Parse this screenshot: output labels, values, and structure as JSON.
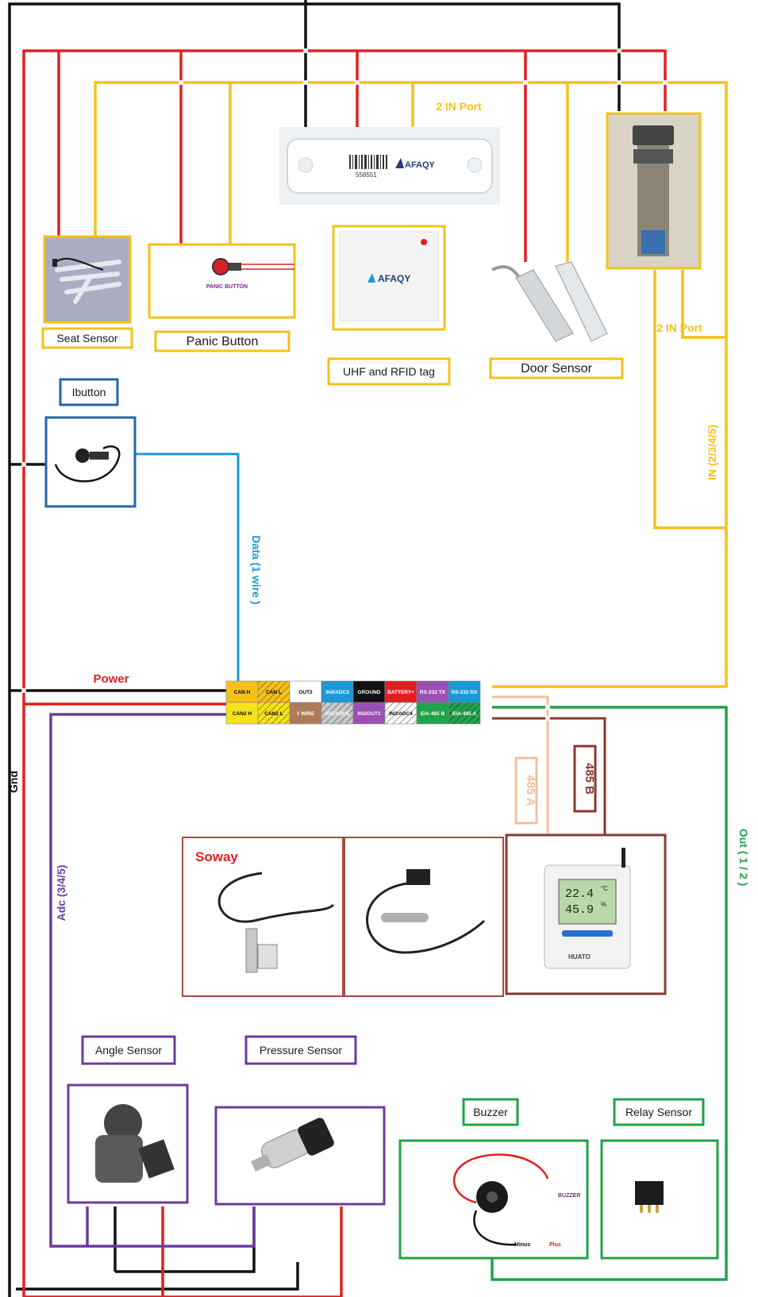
{
  "colors": {
    "black": "#111111",
    "red": "#e02020",
    "yellow": "#f5c11a",
    "blue": "#1a9ad6",
    "purple": "#6e3a9e",
    "green": "#22a24a",
    "brown": "#8a3a2e",
    "peach": "#f3c09b",
    "label_blue": "#2266aa",
    "label_yellow": "#f5c11a",
    "label_purple": "#6e3a9e",
    "label_green": "#22a24a",
    "label_brown": "#a84a3a"
  },
  "devices": {
    "main_tracker": {
      "brand": "AFAQY",
      "barcode_text": "558551"
    },
    "rfid_reader": {
      "brand": "AFAQY"
    },
    "panic_button_caption": "PANIC BUTTON",
    "soway_brand": "Soway",
    "logger_brand": "HUATO",
    "logger_display": {
      "temp": "22.4",
      "temp_unit": "°C",
      "humidity": "45.9",
      "humidity_unit": "%"
    },
    "buzzer_caption": "BUZZER",
    "buzzer_minus": "Minus",
    "buzzer_plus": "Plus"
  },
  "labels": {
    "seat_sensor": "Seat Sensor",
    "panic_button": "Panic Button",
    "uhf_rfid": "UHF and RFID tag",
    "door_sensor": "Door Sensor",
    "ibutton": "Ibutton",
    "angle_sensor": "Angle Sensor",
    "pressure_sensor": "Pressure Sensor",
    "buzzer": "Buzzer",
    "relay_sensor": "Relay Sensor"
  },
  "wires": {
    "two_in_port_top": "2 IN Port",
    "two_in_port_right": "2 IN Port",
    "in_2345": "IN (2/3/4/5)",
    "data_1wire": "Data (1 wire )",
    "power": "Power",
    "gnd": "Gnd",
    "adc_345": "Adc (3/4/5)",
    "out_12": "Out ( 1 / 2 )",
    "rs485_a": "485 A",
    "rs485_b": "485 B"
  },
  "connector": {
    "top": [
      {
        "text": "CAN H",
        "bg": "#f5c11a",
        "fg": "#000000",
        "striped": false
      },
      {
        "text": "CAN L",
        "bg": "#f5c11a",
        "fg": "#000000",
        "striped": true
      },
      {
        "text": "OUT2",
        "bg": "#ffffff",
        "fg": "#000000",
        "striped": false
      },
      {
        "text": "IN4/ADC3",
        "bg": "#1a9ad6",
        "fg": "#ffffff",
        "striped": false
      },
      {
        "text": "GROUND",
        "bg": "#111111",
        "fg": "#ffffff",
        "striped": false
      },
      {
        "text": "BATTERY+",
        "bg": "#e02020",
        "fg": "#ffffff",
        "striped": false
      },
      {
        "text": "RS-232 TX",
        "bg": "#9b4fb5",
        "fg": "#ffffff",
        "striped": false
      },
      {
        "text": "RS-232 RX",
        "bg": "#1a9ad6",
        "fg": "#ffffff",
        "striped": false
      }
    ],
    "bottom": [
      {
        "text": "CAN2 H",
        "bg": "#f5e21a",
        "fg": "#000000",
        "striped": false
      },
      {
        "text": "CAN2 L",
        "bg": "#f5e21a",
        "fg": "#000000",
        "striped": true
      },
      {
        "text": "1 WIRE",
        "bg": "#b07a5a",
        "fg": "#ffffff",
        "striped": false
      },
      {
        "text": "IN5/ADC5",
        "bg": "#c8c8c8",
        "fg": "#ffffff",
        "striped": true
      },
      {
        "text": "IN3/OUT1",
        "bg": "#9b4fb5",
        "fg": "#ffffff",
        "striped": false
      },
      {
        "text": "IN2/ADC4",
        "bg": "#ffffff",
        "fg": "#000000",
        "striped": true
      },
      {
        "text": "EIA-485 B",
        "bg": "#22a24a",
        "fg": "#ffffff",
        "striped": false
      },
      {
        "text": "EIA-485 A",
        "bg": "#22a24a",
        "fg": "#ffffff",
        "striped": true
      }
    ]
  }
}
